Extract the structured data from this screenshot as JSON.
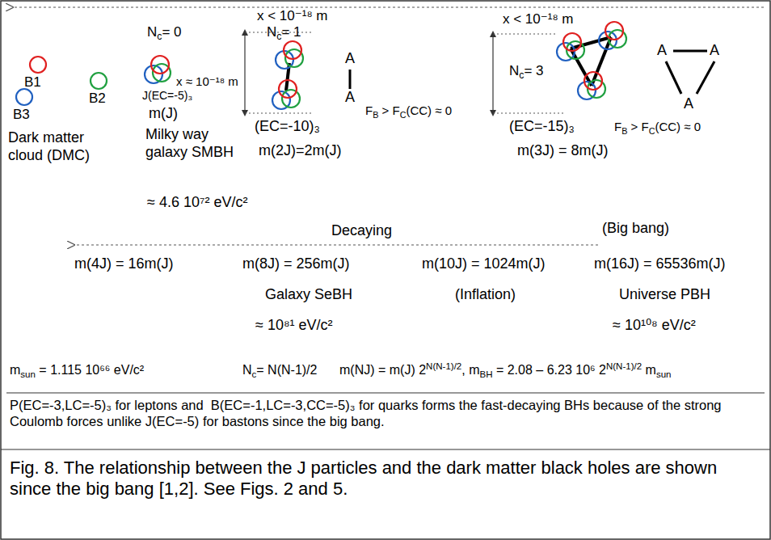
{
  "diagram": {
    "caption": "Fig. 8. The relationship between the J particles and the dark matter black holes are shown since the big bang [1,2]. See Figs. 2 and 5.",
    "labels": [
      "B1",
      "B2",
      "B3",
      "Dark matter cloud (DMC)",
      "N",
      "c",
      "= 0",
      "x ≈ 10⁻¹⁸ m",
      "J(EC=-5)₃",
      "m(J)",
      "Milky way galaxy SMBH",
      "≈ 4.6 10⁷² eV/c²",
      "x < 10⁻¹⁸ m",
      "N",
      "c",
      "= 1",
      "A",
      "A",
      "(EC=-10)₃",
      "F",
      "B",
      " > F",
      "C",
      "(CC) ≈ 0",
      "m(2J)=2m(J)",
      "x < 10⁻¹⁸ m",
      "N",
      "c",
      "= 3",
      "A",
      "A",
      "A",
      "(EC=-15)₃",
      "F",
      "B",
      " > F",
      "C",
      "(CC) ≈ 0",
      "m(3J) = 8m(J)",
      "Decaying",
      "(Big bang)",
      "m(4J) = 16m(J)",
      "m(8J) = 256m(J)",
      "m(10J) = 1024m(J)",
      "m(16J) = 65536m(J)",
      "Galaxy SeBH",
      "(Inflation)",
      "Universe PBH",
      "≈ 10⁸¹ eV/c²",
      "≈ 10¹⁰⁸ eV/c²",
      "m",
      "sun",
      " = 1.115 10⁶⁶ eV/c²",
      "N",
      "c",
      "= N(N-1)/2",
      "m(NJ) = m(J) 2",
      "N(N-1)/2",
      ", m",
      "BH",
      " = 2.08 – 6.23 10⁶ 2",
      "N(N-1)/2",
      " m",
      "sun",
      "P(EC=-3,LC=-5)₃ for leptons and  B(EC=-1,LC=-3,CC=-5)₃ for quarks forms the fast-decaying BHs because of the strong Coulomb forces unlike J(EC=-5) for bastons since the big bang."
    ]
  }
}
